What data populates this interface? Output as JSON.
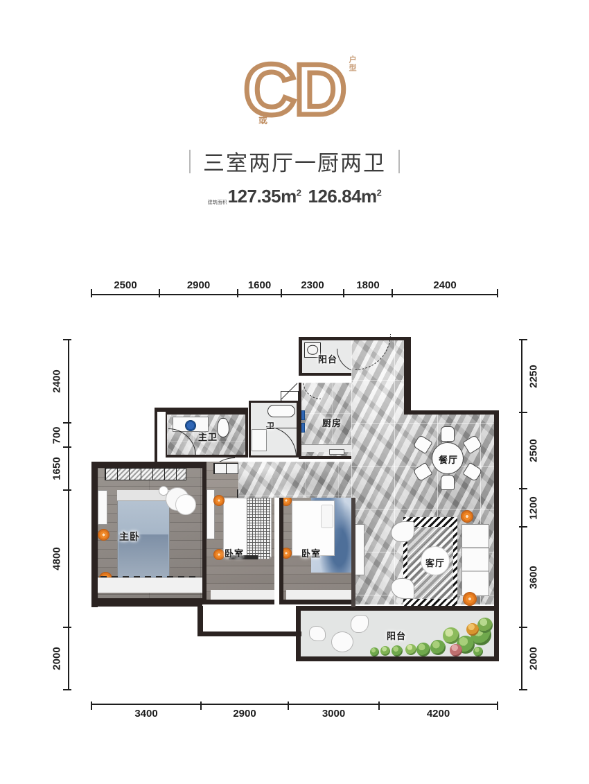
{
  "header": {
    "logo_main": "C",
    "logo_second": "D",
    "logo_mid_dot": "或",
    "logo_superscript": "户型",
    "subtitle": "三室两厅一厨两卫",
    "area_prefix": "建筑面积",
    "area_1": "127.35m",
    "area_1_sup": "2",
    "area_2": "126.84m",
    "area_2_sup": "2"
  },
  "dimensions": {
    "top": [
      "2500",
      "2900",
      "1600",
      "2300",
      "1800",
      "2400"
    ],
    "bottom": [
      "3400",
      "2900",
      "3000",
      "4200"
    ],
    "left": [
      "2400",
      "700",
      "1650",
      "4800",
      "2000"
    ],
    "right": [
      "2250",
      "2500",
      "1200",
      "3600",
      "2000"
    ]
  },
  "rooms": {
    "balcony_top": "阳台",
    "kitchen": "厨房",
    "master_bath": "主卫",
    "bath": "卫",
    "dining": "餐厅",
    "living": "客厅",
    "master_bedroom": "主卧",
    "bedroom_2": "卧室",
    "bedroom_3": "卧室",
    "balcony_bottom": "阳台"
  },
  "colors": {
    "brand": "#c08e62",
    "wall": "#2b2321",
    "text": "#3c3c3c",
    "accent_orange": "#e0761b",
    "accent_blue": "#2f66b5",
    "greenery": "#6fa84c"
  }
}
